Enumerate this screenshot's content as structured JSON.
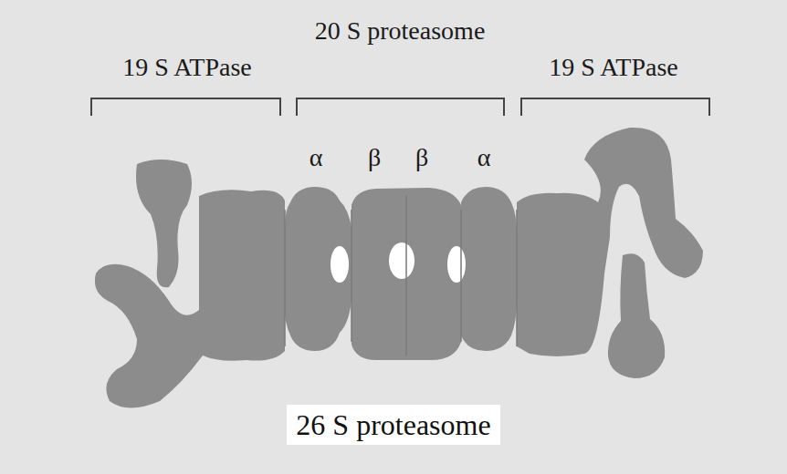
{
  "diagram": {
    "nodes": [
      {
        "text": [
          "26 S proteasome"
        ]
      }
    ],
    "labels": [
      "19 S ATPase",
      "20 S proteasome",
      "19 S ATPase",
      "α",
      "β",
      "β",
      "α"
    ]
  }
}
